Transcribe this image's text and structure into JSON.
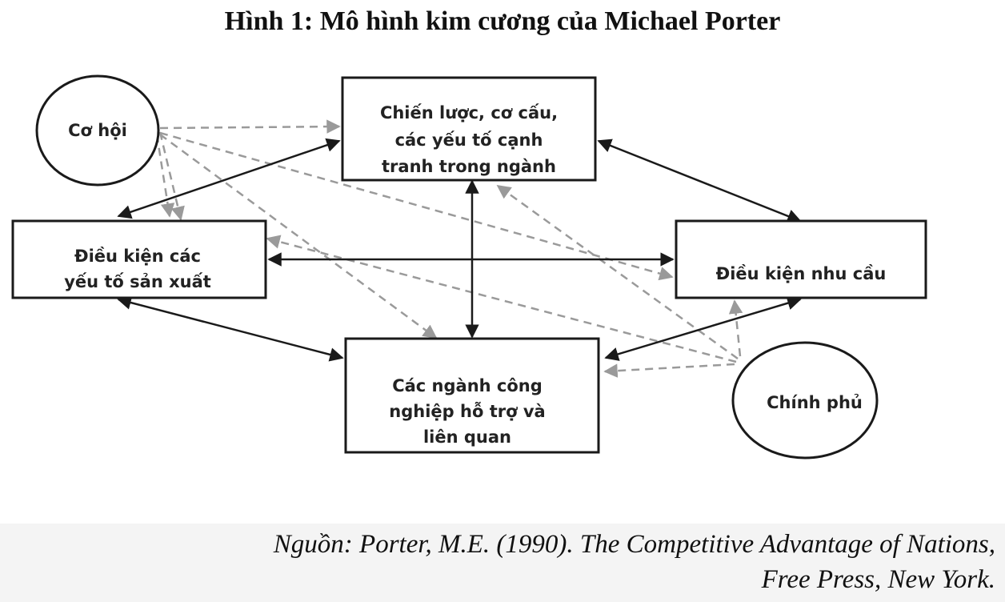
{
  "title": "Hình 1: Mô hình kim cương của Michael Porter",
  "nodes": {
    "strategy": {
      "lines": [
        "Chiến lược, cơ cấu,",
        "các yếu tố cạnh",
        "tranh trong ngành"
      ]
    },
    "factor": {
      "lines": [
        "Điều kiện các",
        "yếu tố sản xuất"
      ]
    },
    "demand": {
      "lines": [
        "Điều kiện nhu cầu"
      ]
    },
    "related": {
      "lines": [
        "Các ngành công",
        "nghiệp hỗ trợ và",
        "liên quan"
      ]
    },
    "chance": {
      "lines": [
        "Cơ hội"
      ]
    },
    "government": {
      "lines": [
        "Chính phủ"
      ]
    }
  },
  "source": {
    "line1": "Nguồn: Porter, M.E. (1990). The Competitive Advantage of Nations,",
    "line2": "Free Press, New York."
  },
  "colors": {
    "solid": "#1a1a1a",
    "dashed": "#9a9a9a"
  }
}
